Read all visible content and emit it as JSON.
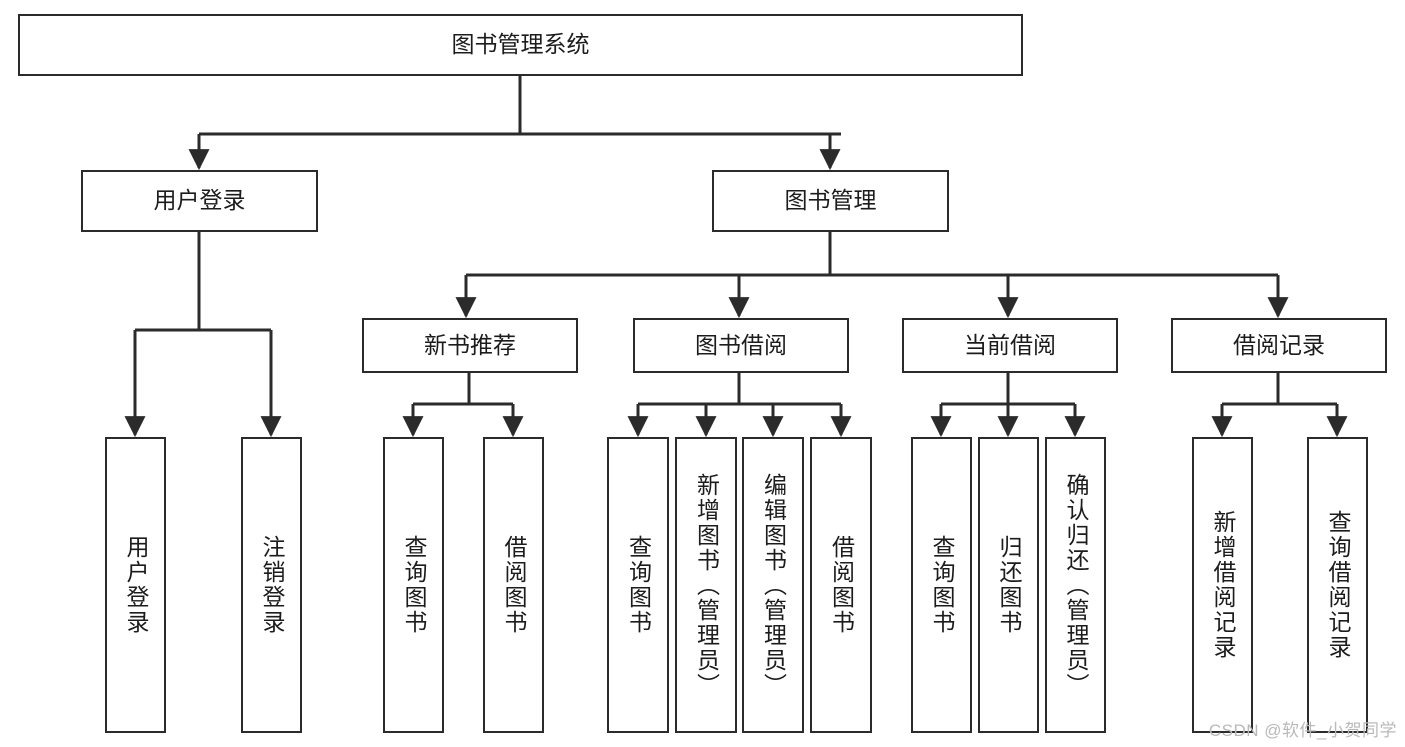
{
  "diagram": {
    "type": "tree-hierarchy-chart",
    "title": "图书管理系统",
    "colors": {
      "box_border": "#2b2b2b",
      "box_fill": "#ffffff",
      "connector": "#2b2b2b",
      "text": "#1c1c1c",
      "watermark": "#b9b9b9",
      "background": "#ffffff"
    },
    "levels": {
      "root": {
        "label": "图书管理系统"
      },
      "level2": [
        {
          "label": "用户登录"
        },
        {
          "label": "图书管理"
        }
      ],
      "level3": [
        {
          "label": "新书推荐"
        },
        {
          "label": "图书借阅"
        },
        {
          "label": "当前借阅"
        },
        {
          "label": "借阅记录"
        }
      ],
      "leaves_user_login": [
        {
          "label": "用户登录"
        },
        {
          "label": "注销登录"
        }
      ],
      "leaves_new_books": [
        {
          "label": "查询图书"
        },
        {
          "label": "借阅图书"
        }
      ],
      "leaves_borrow": [
        {
          "label": "查询图书"
        },
        {
          "label": "新增图书（管理员）"
        },
        {
          "label": "编辑图书（管理员）"
        },
        {
          "label": "借阅图书"
        }
      ],
      "leaves_current": [
        {
          "label": "查询图书"
        },
        {
          "label": "归还图书"
        },
        {
          "label": "确认归还（管理员）"
        }
      ],
      "leaves_records": [
        {
          "label": "新增借阅记录"
        },
        {
          "label": "查询借阅记录"
        }
      ]
    }
  },
  "watermark": {
    "text": "CSDN @软件_小贺同学"
  }
}
